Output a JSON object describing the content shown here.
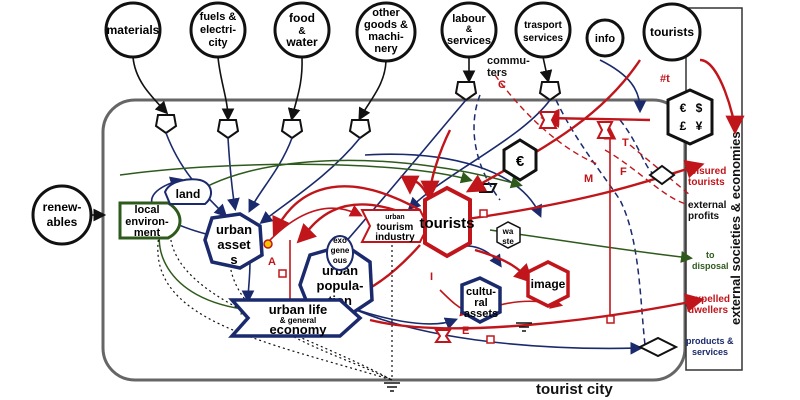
{
  "external": {
    "materials": "materials",
    "fuels": [
      "fuels &",
      "electri-",
      "city"
    ],
    "food": [
      "food",
      "&",
      "water"
    ],
    "goods": [
      "other",
      "goods &",
      "machi-",
      "nery"
    ],
    "labour": [
      "labour",
      "&",
      "services"
    ],
    "transport": [
      "trasport",
      "services"
    ],
    "info": "info",
    "tourists": "tourists",
    "renewables": [
      "renew-",
      "ables"
    ]
  },
  "city": {
    "label": "tourist city",
    "commuters": [
      "commu-",
      "ters"
    ],
    "local_env": [
      "local",
      "environ-",
      "ment"
    ],
    "land": "land",
    "urban_assets": [
      "urban",
      "asset",
      "s"
    ],
    "urban_population": [
      "urban",
      "popula-",
      "tion"
    ],
    "exogenous": [
      "exo",
      "gene",
      "ous"
    ],
    "urban_life": [
      "urban life",
      "& general",
      "economy"
    ],
    "tourism_industry": [
      "urban",
      "tourism",
      "industry"
    ],
    "tourists_center": "tourists",
    "waste": [
      "wa",
      "ste"
    ],
    "cultural_assets": [
      "cultu-",
      "ral",
      "assets"
    ],
    "image": "image",
    "euro_symbol": "€",
    "currencies": [
      "€",
      "$",
      "£",
      "¥"
    ]
  },
  "side": {
    "leisured_tourists": [
      "leisured",
      "tourists"
    ],
    "external_profits": [
      "external",
      "profits"
    ],
    "to_disposal": [
      "to",
      "disposal"
    ],
    "expelled_dwellers": [
      "expelled",
      "dwellers"
    ],
    "products_services": [
      "products &",
      "services"
    ],
    "external_societies": "external societies  &  economies"
  },
  "letters": {
    "A": "A",
    "C": "C",
    "T": "T",
    "M": "M",
    "F": "F",
    "I": "I",
    "E": "E",
    "t": "#t"
  },
  "colors": {
    "navy": "#1a2a6c",
    "red": "#c0161b",
    "green": "#2e5a1c",
    "black": "#111111",
    "gray": "#666666"
  }
}
